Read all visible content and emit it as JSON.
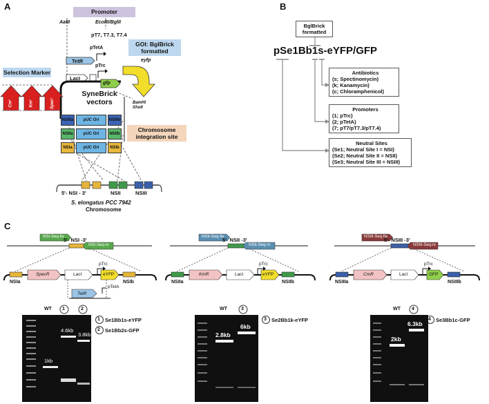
{
  "panel_labels": {
    "a": "A",
    "b": "B",
    "c": "C"
  },
  "panelA": {
    "promoter_title": "Promoter",
    "aatII": "AatII",
    "ecori_bglii": "EcoRI/BglII",
    "pt7_label": "pT7, T7.3, T7.4",
    "ptetA": "pTetA",
    "tetR": "TetR",
    "ptrc": "pTrc",
    "lacI": "LacI",
    "goi_title": "GOI: BglBrick formatted",
    "eyfp": "eyfp",
    "gfp": "gfp",
    "selection_marker": "Selection Marker",
    "cm": "Cmʳ",
    "km": "Kmʳ",
    "spec": "Specʳ",
    "synebrick": "SyneBrick vectors",
    "bamhi_xhoi": "BamHI XhoII",
    "rows": [
      [
        "NSIIIa",
        "pUC Ori",
        "NSIIIb"
      ],
      [
        "NSIIa",
        "pUC Ori",
        "NSIIb"
      ],
      [
        "NSIa",
        "pUC Ori",
        "NSIb"
      ]
    ],
    "chromosome_integration": "Chromosome integration site",
    "chrom_nsi": "5'- NSI - 3'",
    "chrom_nsii": "NSII",
    "chrom_nsiii": "NSIII",
    "organism": "S. elongatus PCC 7942",
    "chromosome": "Chromosome"
  },
  "panelB": {
    "bglbrick": "BglBrick formatted",
    "name": "pSe1Bb1s-eYFP/GFP",
    "antibiotics": [
      "Antibiotics",
      "(s; Spectinomycin)",
      "(k; Kanamycin)",
      "(c; Chloramphenicol)"
    ],
    "promoters": [
      "Promoters",
      "(1; pTrc)",
      "(2; pTetA)",
      "(7; pT7/pT7.3/pT7.4)"
    ],
    "neutral_sites": [
      "Neutral Sites",
      "(Se1; Neutral Site I   = NSI)",
      "(Se2; Neutral Site II  = NSII)",
      "(Se3; Neutral Site III = NSIII)"
    ]
  },
  "panelC": {
    "c1": {
      "fw": "NSI-Seq-fw",
      "rv": "NSI-Seq-rv",
      "locus": "5'- NSI -3'",
      "left": "NSIa",
      "right": "NSIb",
      "marker": "SpecR",
      "lacI": "LacI",
      "ptrc": "pTrc",
      "gene": "eYFP",
      "tetR": "TetR",
      "ptetA": "pTetA",
      "wt": "WT",
      "lanes": [
        "1",
        "2"
      ],
      "bands": [
        "1kb",
        "4.6kb",
        "3.8kb"
      ],
      "legend": [
        "Se1Bb1s-eYFP",
        "Se1Bb2s-GFP"
      ]
    },
    "c2": {
      "fw": "NSII-Seq-fw",
      "rv": "NSII-Seq-rv",
      "locus": "5'- NSII -3'",
      "left": "NSIIa",
      "right": "NSIIb",
      "marker": "KmR",
      "lacI": "LacI",
      "ptrc": "pTrc",
      "gene": "eYFP",
      "wt": "WT",
      "lanes": [
        "3"
      ],
      "bands": [
        "2.8kb",
        "6kb"
      ],
      "legend": [
        "Se2Bb1k-eYFP"
      ]
    },
    "c3": {
      "fw": "NSIII-Seq-fw",
      "rv": "NSIII-Seq-rv",
      "locus": "5'- NSIII -3'",
      "left": "NSIIIa",
      "right": "NSIIIb",
      "marker": "CmR",
      "lacI": "LacI",
      "ptrc": "pTrc",
      "gene": "GFP",
      "wt": "WT",
      "lanes": [
        "4"
      ],
      "bands": [
        "2kb",
        "6.3kb"
      ],
      "legend": [
        "Se3Bb1c-GFP"
      ]
    }
  },
  "colors": {
    "blue_box": "#bcd7ee",
    "peach_box": "#f4d6bc",
    "purple_box": "#cdc3de",
    "red_arrow": "#d8201f",
    "yellow": "#f2dd2a",
    "green": "#8fd04a",
    "nsi_yellow": "#e5b43a",
    "nsii_green": "#3f9a4a",
    "nsiii_blue": "#3b5fa8"
  }
}
